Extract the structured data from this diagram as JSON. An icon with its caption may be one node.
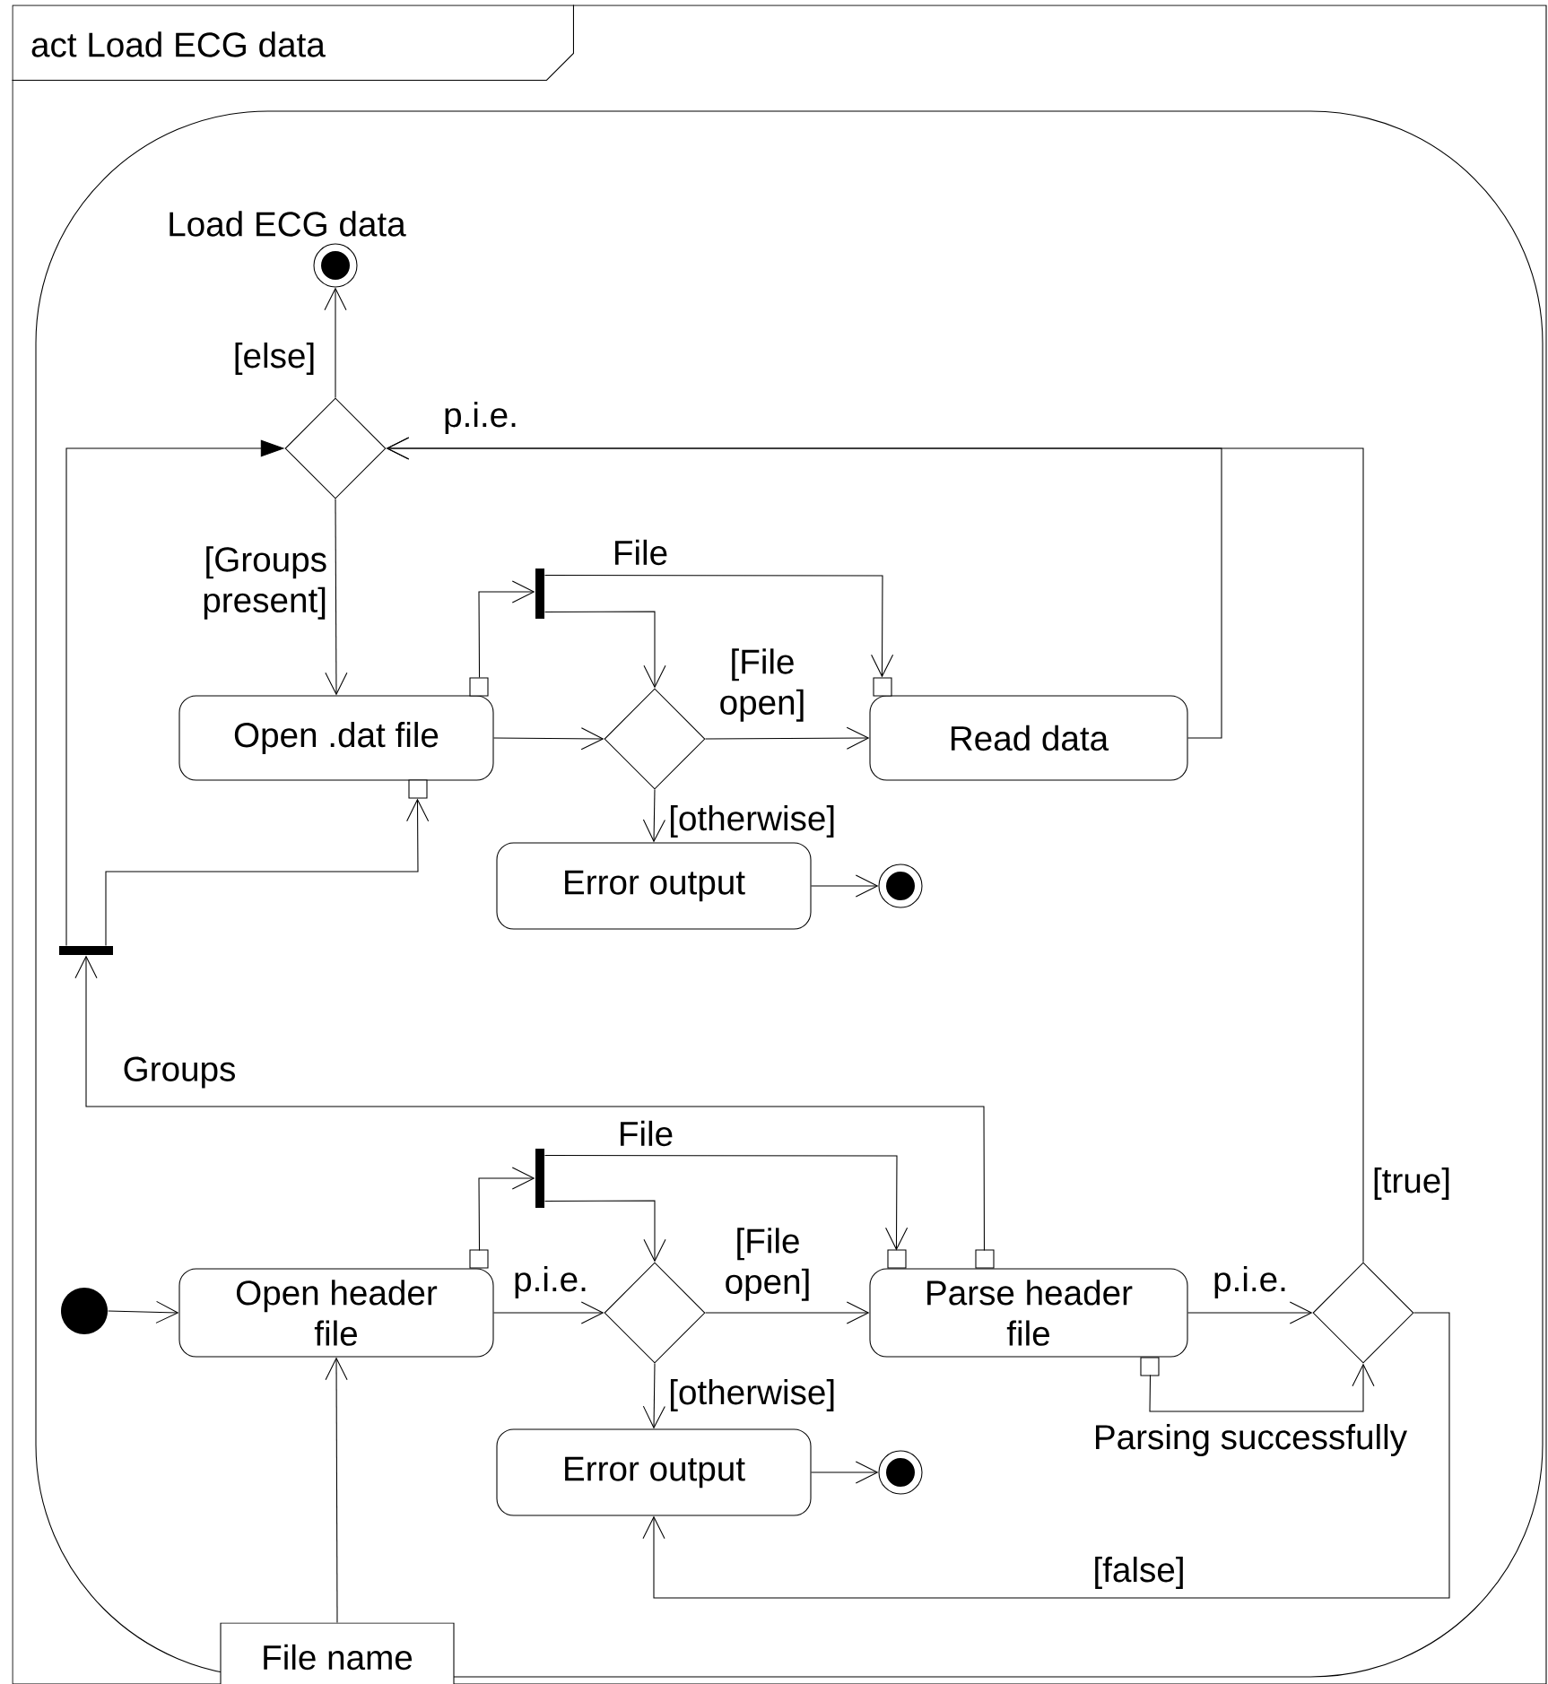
{
  "diagram": {
    "nodes": [
      {
        "text": [
          "act Load ECG data"
        ]
      },
      {
        "text": [
          "Load ECG data"
        ],
        "in": 0
      },
      {
        "text": [],
        "shape": "circle",
        "in": 1
      },
      {
        "text": [],
        "shape": "diamond",
        "in": 1
      },
      {
        "text": [
          "Open .dat file"
        ],
        "in": 1
      },
      {
        "text": [],
        "shape": "bar",
        "in": 1
      },
      {
        "text": [],
        "shape": "diamond",
        "in": 1
      },
      {
        "text": [
          "Read data"
        ],
        "in": 1
      },
      {
        "text": [
          "Error output"
        ],
        "in": 1
      },
      {
        "text": [],
        "shape": "circle",
        "in": 1
      },
      {
        "text": [],
        "shape": "bar",
        "in": 1
      },
      {
        "text": [],
        "shape": "circle",
        "in": 1
      },
      {
        "text": [
          "Open header file"
        ],
        "in": 1
      },
      {
        "text": [],
        "shape": "bar",
        "in": 1
      },
      {
        "text": [],
        "shape": "diamond",
        "in": 1
      },
      {
        "text": [
          "Parse header file"
        ],
        "in": 1
      },
      {
        "text": [],
        "shape": "diamond",
        "in": 1
      },
      {
        "text": [
          "Error output"
        ],
        "in": 1
      },
      {
        "text": [],
        "shape": "circle",
        "in": 1
      },
      {
        "text": [
          "File name"
        ],
        "in": 0
      }
    ],
    "edges": [
      {
        "from": 10,
        "to": 3,
        "arrow": "to"
      },
      {
        "from": 7,
        "to": 3,
        "arrow": "to",
        "label": "p.i.e."
      },
      {
        "from": 16,
        "to": 3,
        "arrow": "to",
        "label": "[true]"
      },
      {
        "from": 3,
        "to": 2,
        "arrow": "to",
        "label": "[else]"
      },
      {
        "from": 3,
        "to": 4,
        "arrow": "to",
        "label": "[Groups present]"
      },
      {
        "from": 4,
        "to": 5,
        "arrow": "to"
      },
      {
        "from": 5,
        "to": 7,
        "arrow": "to",
        "label": "File"
      },
      {
        "from": 5,
        "to": 6,
        "arrow": "to"
      },
      {
        "from": 4,
        "to": 6,
        "arrow": "to"
      },
      {
        "from": 6,
        "to": 7,
        "arrow": "to",
        "label": "[File open]"
      },
      {
        "from": 6,
        "to": 8,
        "arrow": "to",
        "label": "[otherwise]"
      },
      {
        "from": 8,
        "to": 9,
        "arrow": "to"
      },
      {
        "from": 10,
        "to": 4,
        "arrow": "to"
      },
      {
        "from": 15,
        "to": 10,
        "arrow": "to",
        "label": "Groups"
      },
      {
        "from": 11,
        "to": 12,
        "arrow": "to"
      },
      {
        "from": 12,
        "to": 13,
        "arrow": "to"
      },
      {
        "from": 13,
        "to": 15,
        "arrow": "to",
        "label": "File"
      },
      {
        "from": 13,
        "to": 14,
        "arrow": "to"
      },
      {
        "from": 12,
        "to": 14,
        "arrow": "to",
        "label": "p.i.e."
      },
      {
        "from": 14,
        "to": 15,
        "arrow": "to",
        "label": "[File open]"
      },
      {
        "from": 14,
        "to": 17,
        "arrow": "to",
        "label": "[otherwise]"
      },
      {
        "from": 17,
        "to": 18,
        "arrow": "to"
      },
      {
        "from": 15,
        "to": 16,
        "arrow": "to",
        "label": "p.i.e."
      },
      {
        "from": 15,
        "to": 16,
        "arrow": "to",
        "label": "Parsing successfully"
      },
      {
        "from": 16,
        "to": 17,
        "arrow": "to",
        "label": "[false]"
      },
      {
        "from": 19,
        "to": 12,
        "arrow": "to"
      }
    ]
  }
}
